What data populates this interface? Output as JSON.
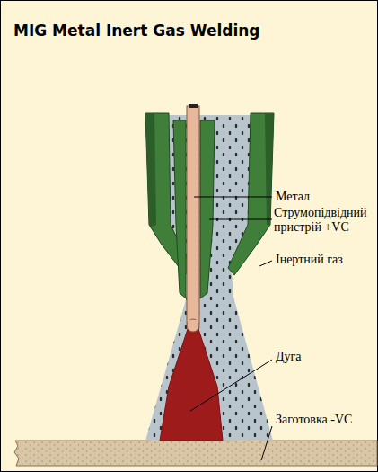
{
  "diagram": {
    "title": "MIG Metal Inert Gas Welding",
    "labels": [
      "Метал",
      "Струмопідвідний пристрій +VC",
      "Інертний газ",
      "Дуга",
      "Заготовка -VC"
    ]
  }
}
